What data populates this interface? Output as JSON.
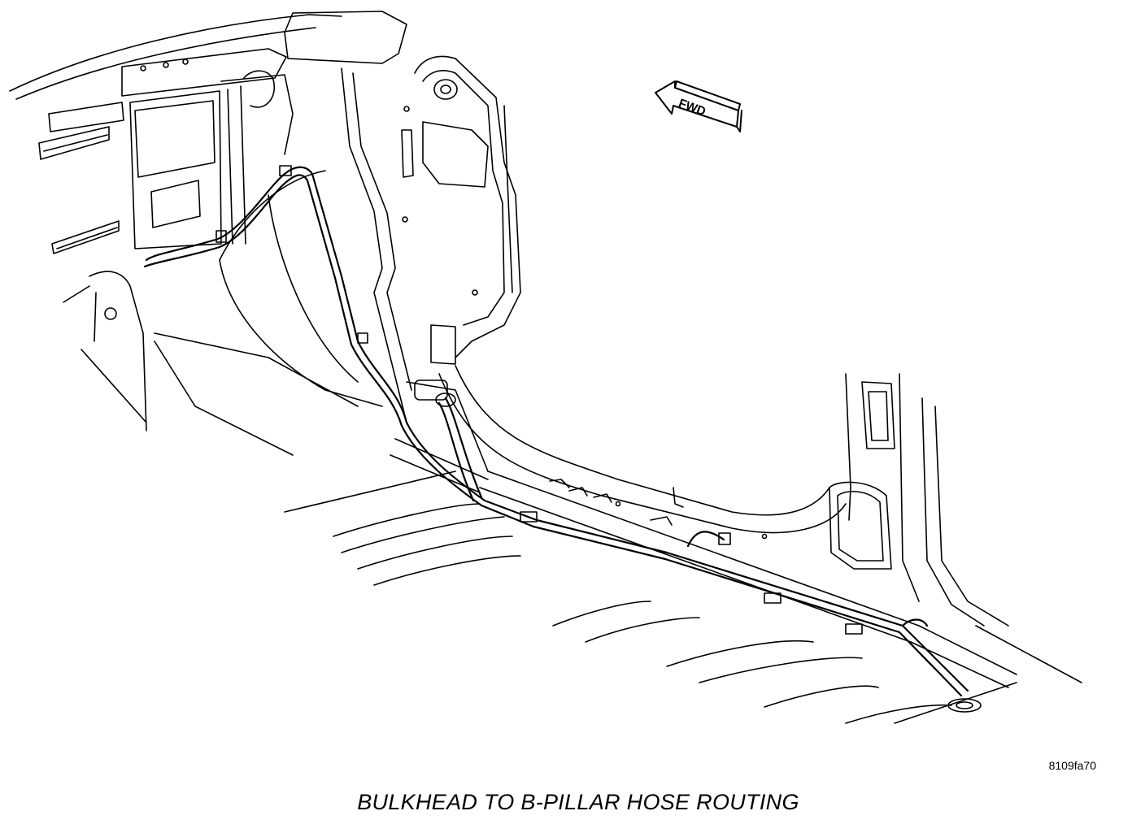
{
  "diagram": {
    "direction_label": "FWD",
    "figure_id": "8109fa70",
    "caption": "BULKHEAD TO B-PILLAR HOSE ROUTING",
    "line_color": "#000000",
    "background_color": "#ffffff"
  }
}
